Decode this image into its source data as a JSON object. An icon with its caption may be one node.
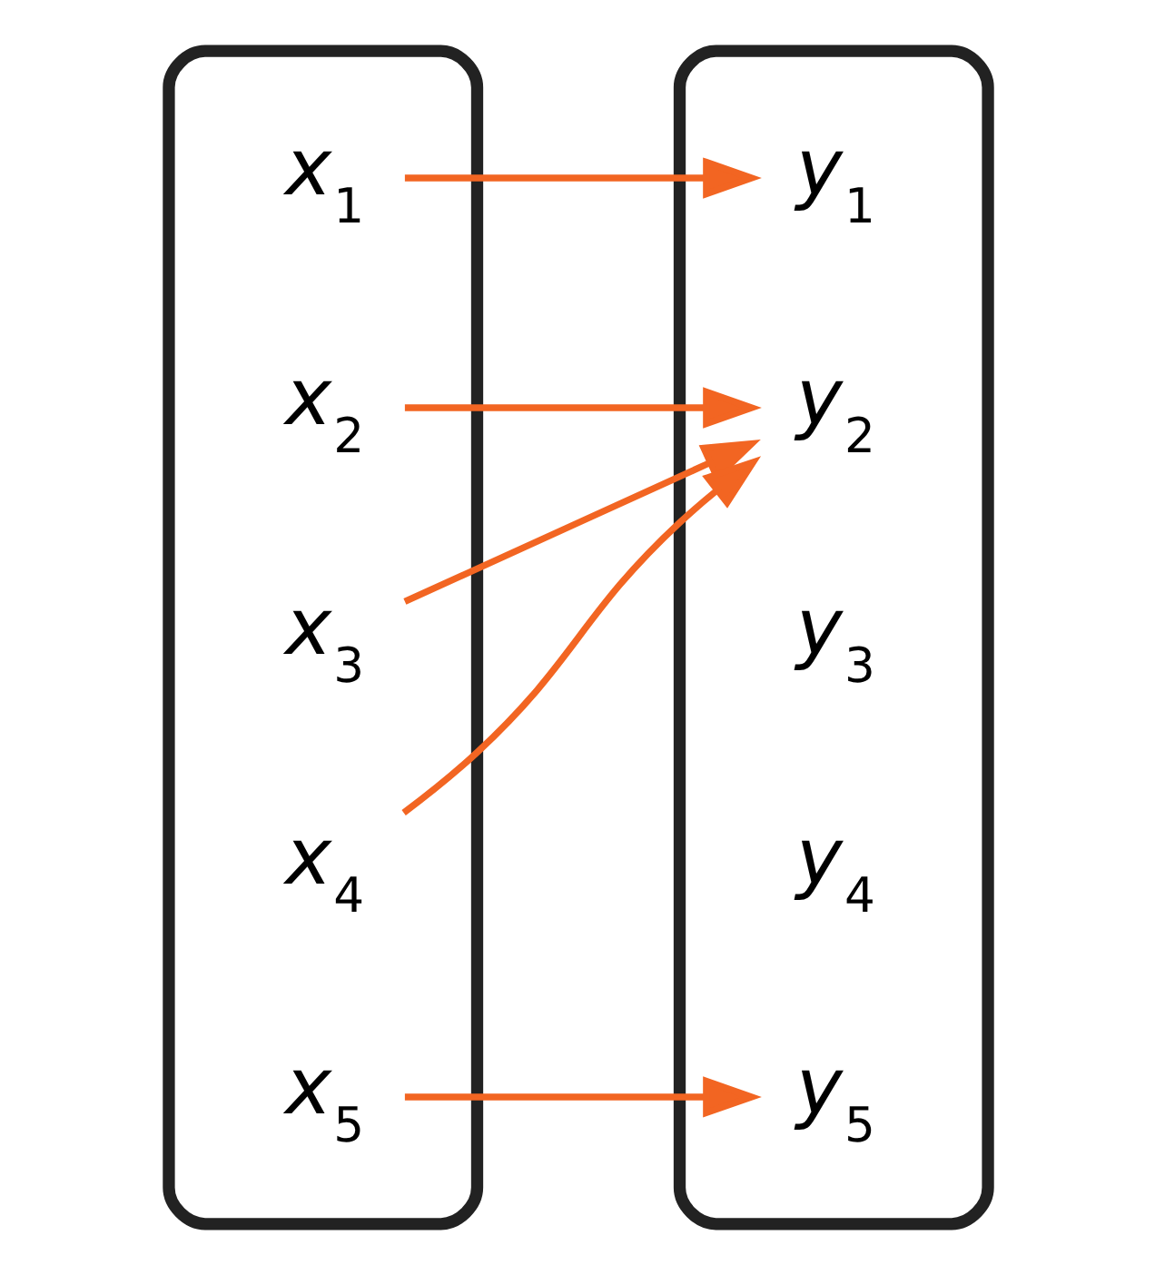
{
  "diagram": {
    "nodes": [
      {
        "text": [],
        "shape": "box"
      },
      {
        "text": [
          "x$_{1}$"
        ],
        "in": 0
      },
      {
        "text": [
          "x$_{2}$"
        ],
        "in": 0
      },
      {
        "text": [
          "x$_{3}$"
        ],
        "in": 0
      },
      {
        "text": [
          "x$_{4}$"
        ],
        "in": 0
      },
      {
        "text": [
          "x$_{5}$"
        ],
        "in": 0
      },
      {
        "text": [],
        "shape": "box"
      },
      {
        "text": [
          "y$_{1}$"
        ],
        "in": 6
      },
      {
        "text": [
          "y$_{2}$"
        ],
        "in": 6
      },
      {
        "text": [
          "y$_{3}$"
        ],
        "in": 6
      },
      {
        "text": [
          "y$_{4}$"
        ],
        "in": 6
      },
      {
        "text": [
          "y$_{5}$"
        ],
        "in": 6
      }
    ],
    "edges": [
      {
        "from": 1,
        "to": 7,
        "arrow": "to"
      },
      {
        "from": 2,
        "to": 8,
        "arrow": "to"
      },
      {
        "from": 3,
        "to": 8,
        "arrow": "to"
      },
      {
        "from": 4,
        "to": 8,
        "arrow": "to"
      },
      {
        "from": 5,
        "to": 11,
        "arrow": "to"
      }
    ]
  }
}
